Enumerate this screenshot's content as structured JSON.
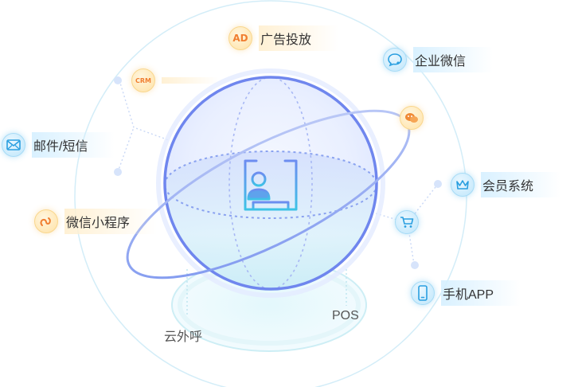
{
  "nodes": {
    "ad": {
      "icon_text": "AD",
      "label": "广告投放",
      "icon": "ad-icon"
    },
    "wecom": {
      "label": "企业微信",
      "icon": "chat-bubble-icon"
    },
    "crm": {
      "icon_text": "CRM",
      "icon": "crm-icon"
    },
    "wechat": {
      "icon": "wechat-icon"
    },
    "email": {
      "label": "邮件/短信",
      "icon": "envelope-icon"
    },
    "member": {
      "label": "会员系统",
      "icon": "crown-icon"
    },
    "miniprogram": {
      "label": "微信小程序",
      "icon": "miniprogram-icon"
    },
    "cart": {
      "icon": "shopping-cart-icon"
    },
    "mobile": {
      "label": "手机APP",
      "icon": "mobile-phone-icon"
    }
  },
  "bottom_labels": {
    "cloud_call": "云外呼",
    "pos": "POS"
  },
  "center": {
    "icon": "contact-card-icon"
  },
  "colors": {
    "blue_accent": "#29a9e6",
    "orange_accent": "#f07e30",
    "ring": "#6f86ee",
    "ring_light": "#d3edf8"
  }
}
